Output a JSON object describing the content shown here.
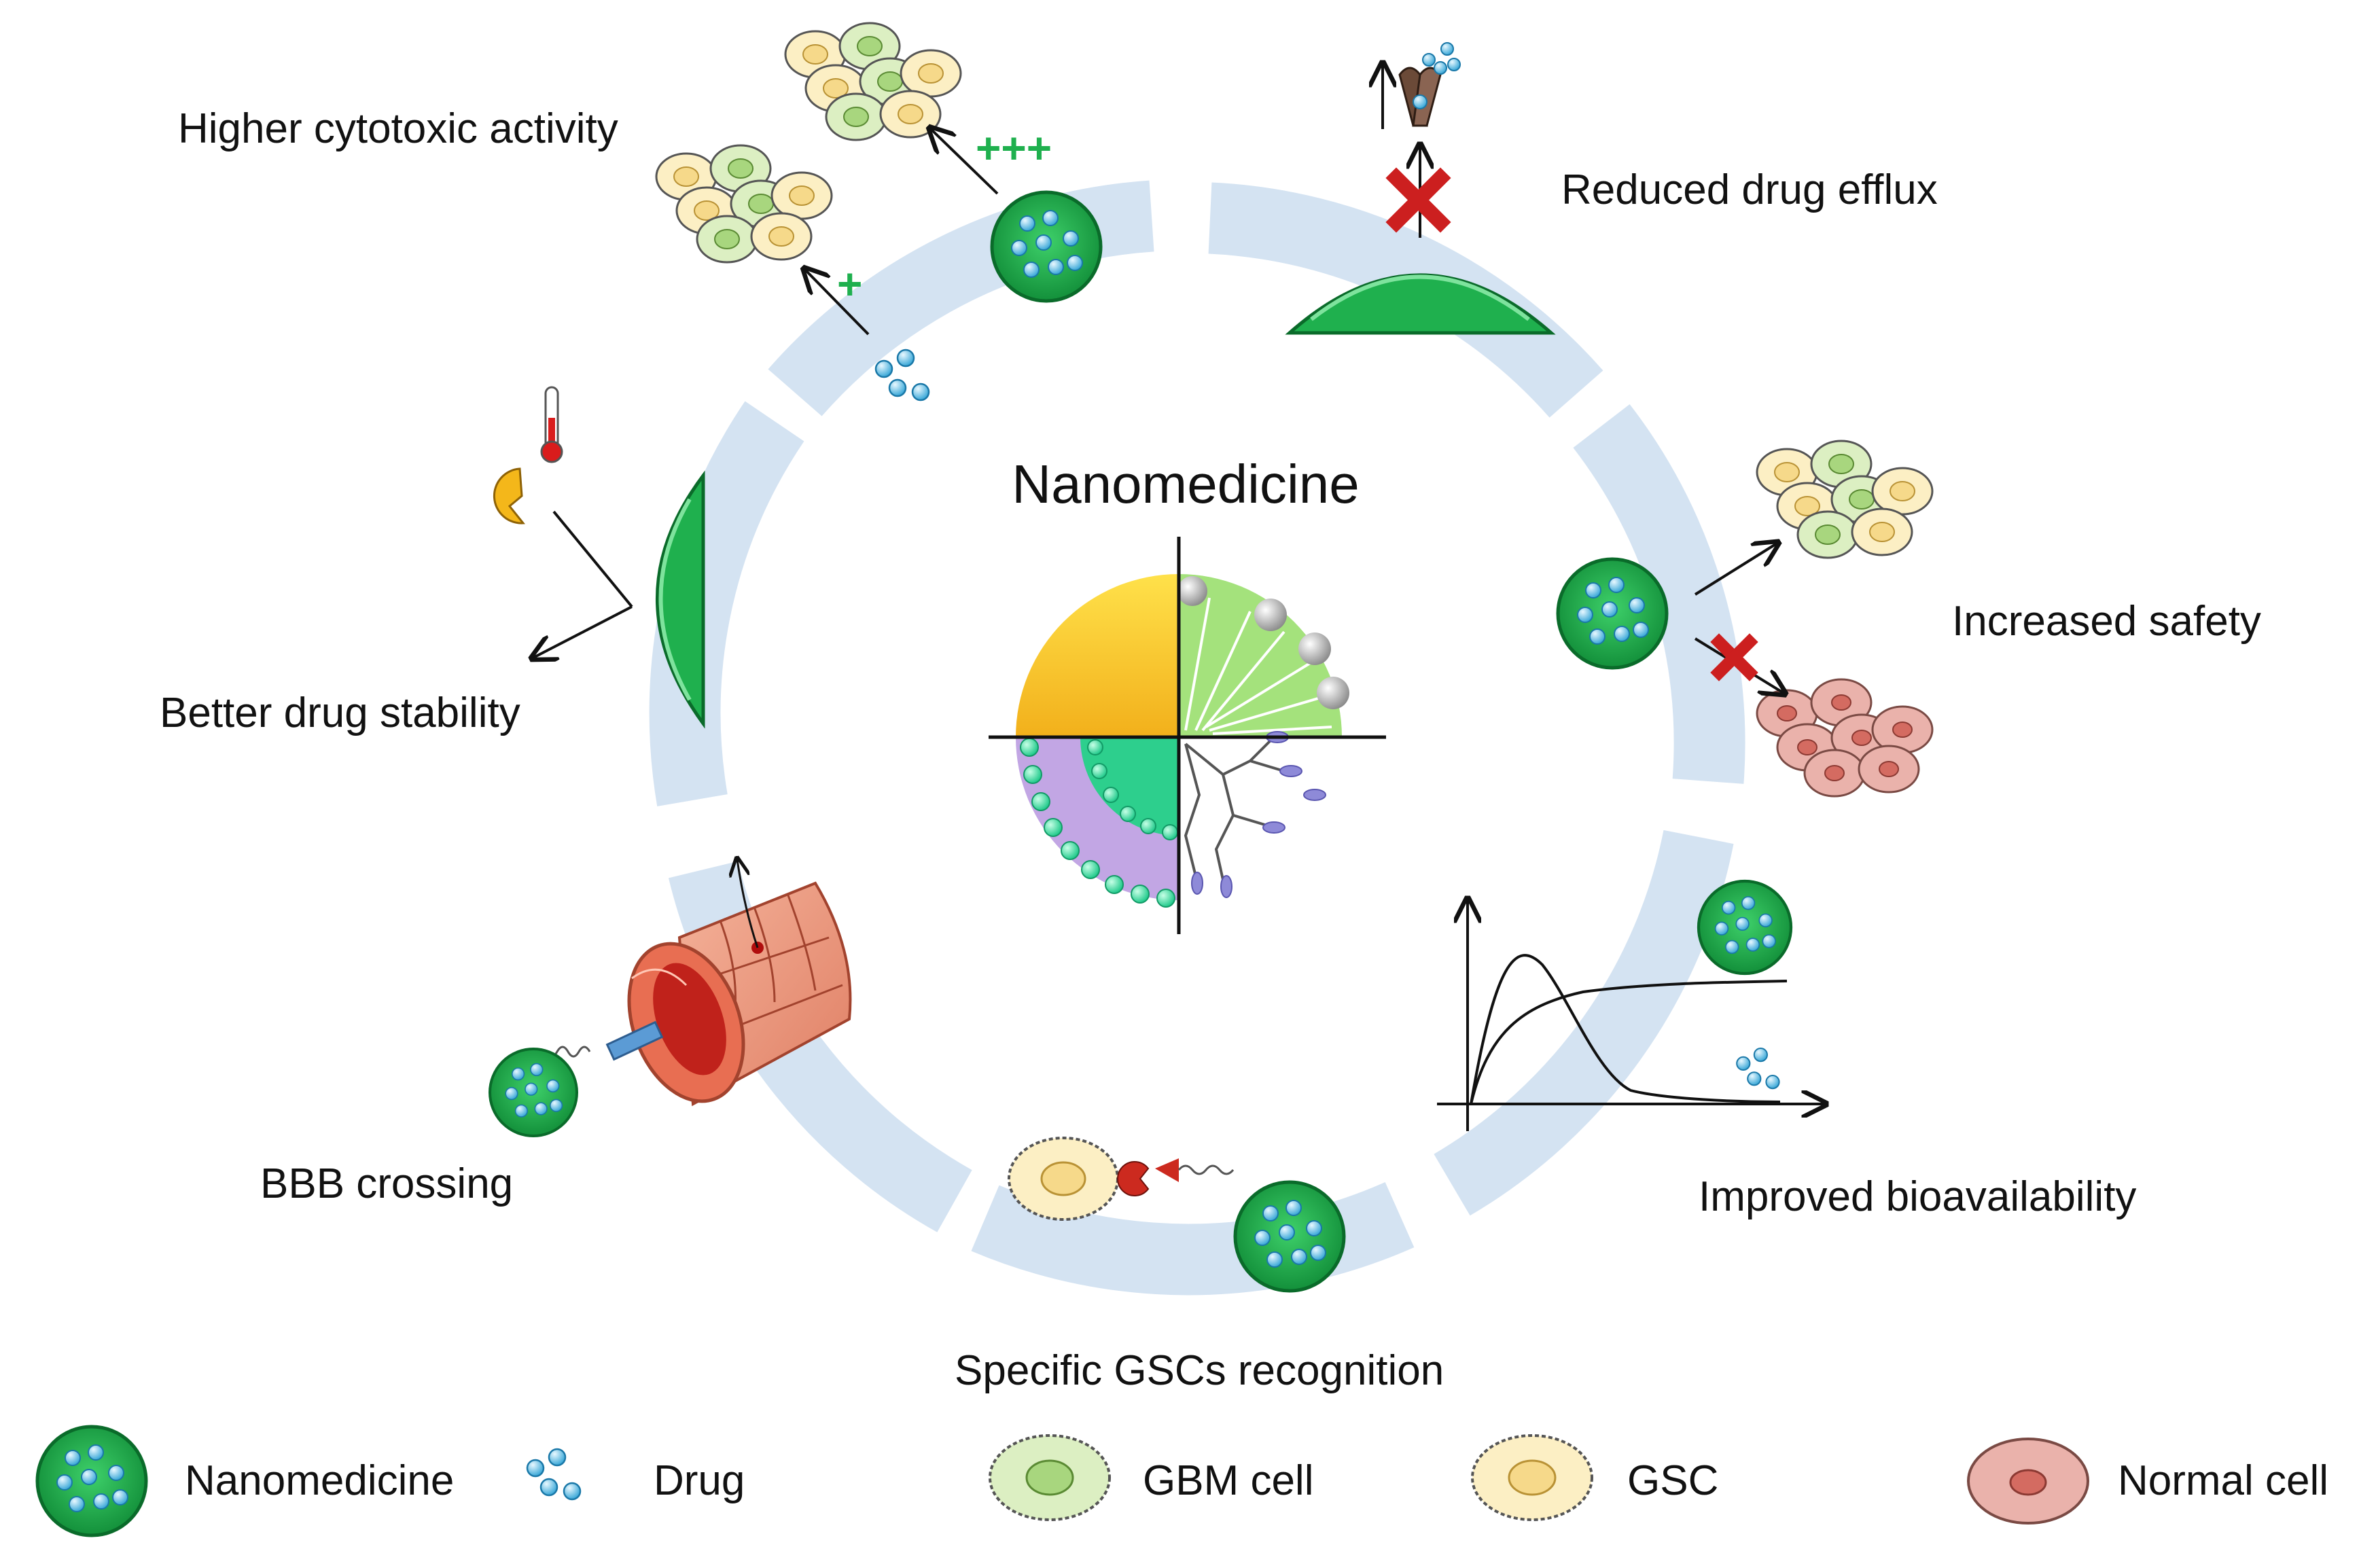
{
  "title": "Nanomedicine",
  "benefits": [
    {
      "id": "cytotoxic",
      "label": "Higher cytotoxic activity",
      "markers": [
        "+++",
        "+"
      ]
    },
    {
      "id": "efflux",
      "label": "Reduced drug efflux"
    },
    {
      "id": "safety",
      "label": "Increased safety"
    },
    {
      "id": "bioavailability",
      "label": "Improved bioavailability"
    },
    {
      "id": "gsc",
      "label": "Specific GSCs recognition"
    },
    {
      "id": "bbb",
      "label": "BBB crossing"
    },
    {
      "id": "stability",
      "label": "Better drug stability"
    }
  ],
  "legend": [
    {
      "id": "nanomedicine",
      "label": "Nanomedicine",
      "icon": "nanomedicine-icon"
    },
    {
      "id": "drug",
      "label": "Drug",
      "icon": "drug-icon"
    },
    {
      "id": "gbm",
      "label": "GBM cell",
      "icon": "gbm-cell-icon"
    },
    {
      "id": "gsc",
      "label": "GSC",
      "icon": "gsc-icon"
    },
    {
      "id": "normal",
      "label": "Normal cell",
      "icon": "normal-cell-icon"
    }
  ],
  "colors": {
    "ring": "#d3e2f1",
    "nano_green": "#1aa54a",
    "drug_blue": "#6fc4e8",
    "gbm": "#d9ecbe",
    "gsc": "#fbeec0",
    "normal": "#e9aca5",
    "cross": "#cc1f1f",
    "plus": "#1fb04e"
  }
}
